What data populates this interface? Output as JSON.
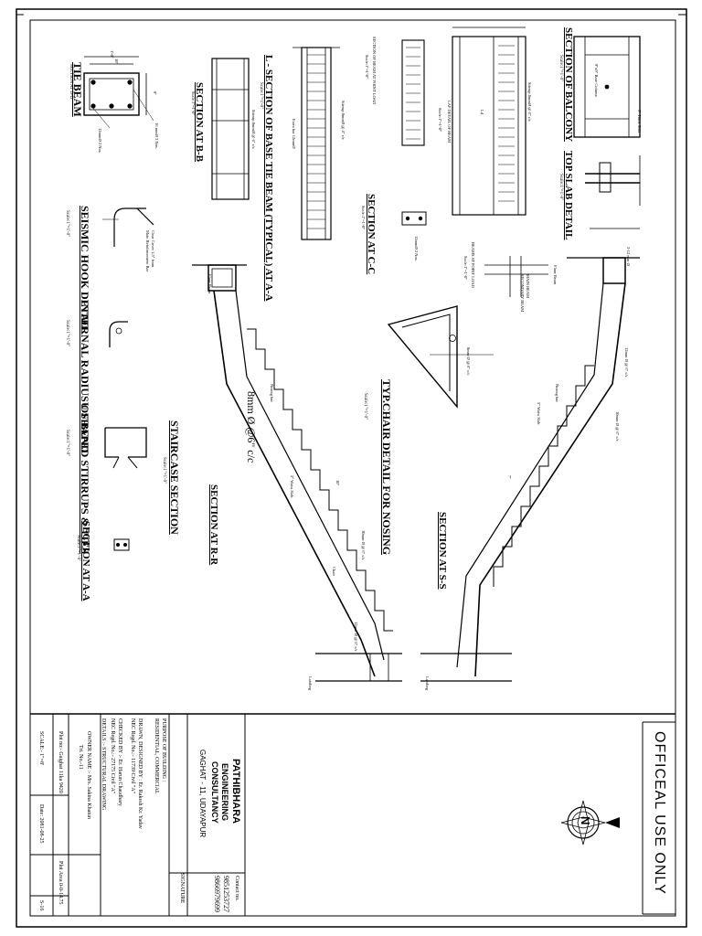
{
  "drawing": {
    "titles": {
      "tie_beam": "TIE BEAM",
      "tie_beam_sub": "SECTION AT D-D",
      "section_bb": "SECTION AT B-B",
      "base_tie_beam": "L - SECTION OF BASE TIE BEAM (TYPICAL) AT A-A",
      "beam_point_load": "SECTION OF BEAM AT POINT LOAD",
      "lap_detail": "LAP DETAIL OF BEAM",
      "balcony": "SECTION OF BALCONY",
      "top_slab": "TOP SLAB DETAIL",
      "section_cc": "SECTION AT C-C",
      "beams_point_load": "BEAMS AT POINT LOAD",
      "seismic_hook": "SEISMIC HOOK DETAIL",
      "internal_radius": "INTERNAL RADIUS OF BEND",
      "u_stirrups": "U SHAPED STIRRUPS & TIES",
      "section_aa": "SECTION AT A-A",
      "staircase": "STAIRCASE SECTION",
      "section_rr": "SECTION AT R-R",
      "chair_detail": "TYP.CHAIR DETAIL FOR NOSING",
      "section_ss": "SECTION AT S-S"
    },
    "scales": {
      "tie_beam": "Scale:1\"=1'-0\"",
      "section_bb": "Scale:1\"=1'-0\"",
      "base_tie_beam": "Scale:1\"=1'-0\"",
      "beam_point_load": "Scale:1\"=1'-0\"",
      "lap_detail": "Scale:1\"=1'-0\"",
      "balcony": "Scale:1\"=1'-0\"",
      "top_slab": "Scale:1\"=1'-0\"",
      "section_cc": "Scale:1\"=1'-0\"",
      "beams_point_load": "Scale:1\"=1'-0\"",
      "seismic_hook": "Scale:1\"=1'-0\"",
      "internal_radius": "Scale:1\"=1'-0\"",
      "u_stirrups": "Scale:1\"=1'-0\"",
      "section_aa": "Scale:1\"=1'-0\"",
      "staircase": "Scale:1\"=1'-0\"",
      "chair_detail": "Scale:1\"=1'-0\""
    },
    "notes": {
      "dim_1_0": "1'-0\"",
      "dim_10": "10\"",
      "dim_9": "9\"",
      "bars_12mm": "12mmØ 2 Nos.",
      "bars_16mm": "16 mmØ 3 Nos.",
      "stirrup_8mm": "8mmØ @ 6\" c/c",
      "stirrup_4": "Stirrup 8mmØ @ 4\" c/c",
      "stirrup_6": "Stirrup 8mmØ @ 6\" c/c",
      "extra_bar": "Extra bar 12mmØ",
      "ld": "Ld",
      "main_bar": "Main Reinforcement Bar",
      "clear_cover": "Clear Cover 1.5\" from",
      "floor_beam": "Floor Beam",
      "landing": "Landing",
      "main_bar_8": "8mm Ø @ 6\" c/c",
      "bar_10": "10mm Ø @ 6\" c/c",
      "bar_12": "12mm Ø @ 6\" c/c",
      "waist_slab": "5\" Waist Slab",
      "chair": "Chair",
      "nosing_bar": "Nosing bar",
      "big_note": "8mm Ø @6\" c/c",
      "tread": "10\"",
      "riser": "7\"",
      "dim_2_6": "2'-6\"",
      "dim_3_6": "3'-6\"",
      "balcony_col": "9\"x9\" Base Column",
      "slab_thick": "5\" Thick Slab",
      "r12": "R12Ø",
      "bar_2_12": "2-12 mm Ø",
      "main_beam": "MAIN BEAM",
      "secondary_beam": "SECONDARY BEAM"
    }
  },
  "title_block": {
    "official_use": "OFFICEAL USE ONLY",
    "firm_name_1": "PATHIBHARA",
    "firm_name_2": "ENGINEERING",
    "firm_name_3": "CONSULTANCY",
    "firm_address": "GAGHAT - 11, UDAYAPUR",
    "contact_label": "Contact no.",
    "contact_1": "9851253727",
    "contact_2": "9866979699",
    "signature": "SIGNATURE",
    "purpose_label": "PURPOSE OF BUILDING :",
    "purpose_value": "RESIDENTIAL, COMMERCIAL",
    "drawn_by": "DRAWN, DESIGNED BY : Er. Rakesh Kr. Yadav",
    "drawn_nec": "NEC Regd. No.:- 11739 Civil \"A\"",
    "checked_by": "CHECKED BY :- Er. Harun Chaudhary",
    "checked_nec": "NEC Regd. No.:- 27175 Civil \"A\"",
    "details": "DETAILS :- STRUCTURAL DRAWING",
    "owner": "OWNER NAME :- Mrs. Sakina Khatun",
    "ward": "Tri. No.-11",
    "plot": "Plot no:- Gaighat 11ka 9420",
    "plot_area": "Plot Area 0-0-14.75",
    "scale": "SCALE:- 1\"=8'",
    "date": "Date: 2081-08-25",
    "sheet": "S-16",
    "north": "N"
  }
}
